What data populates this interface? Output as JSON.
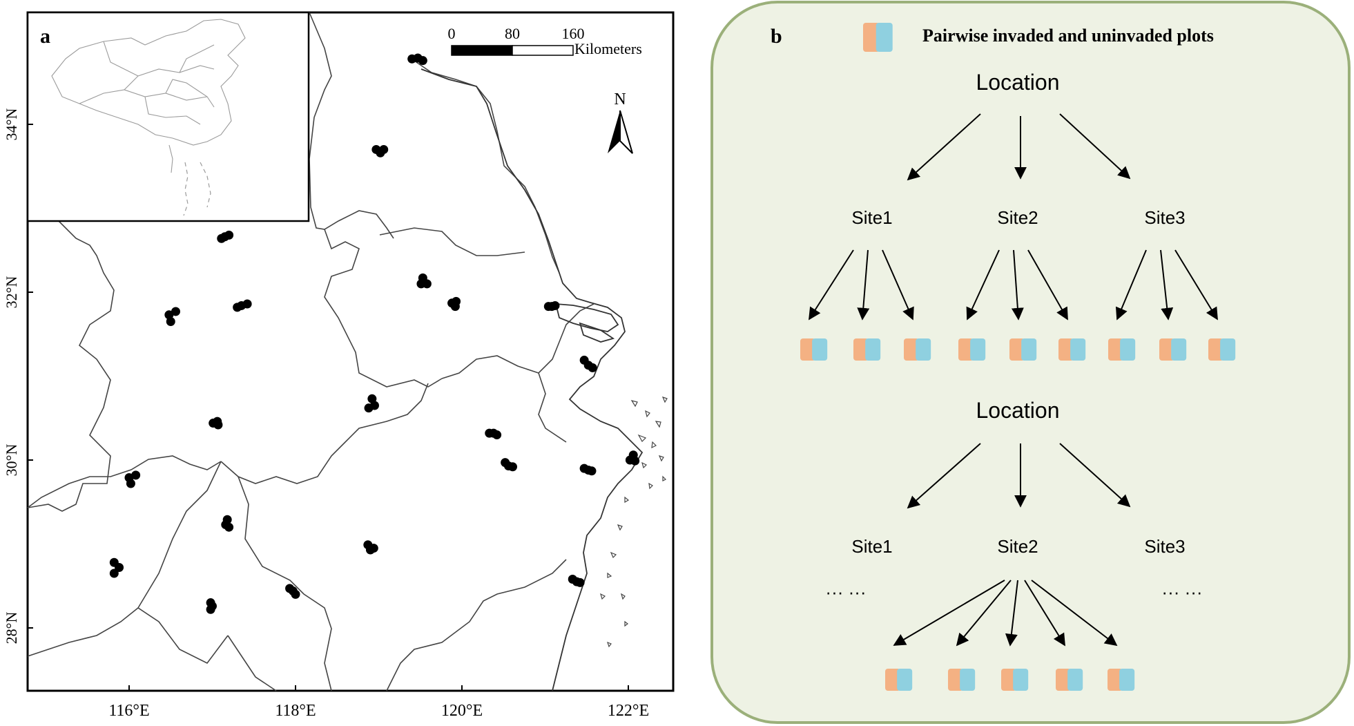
{
  "panel_a": {
    "label": "a",
    "scalebar": {
      "ticks": [
        "0",
        "80",
        "160"
      ],
      "unit": "Kilometers"
    },
    "north": "N",
    "lat_labels": [
      "34°N",
      "32°N",
      "30°N",
      "28°N"
    ],
    "lon_labels": [
      "116°E",
      "118°E",
      "120°E",
      "122°E"
    ],
    "sites": [
      {
        "lon": 119.4,
        "lat": 34.78
      },
      {
        "lon": 119.47,
        "lat": 34.79
      },
      {
        "lon": 119.53,
        "lat": 34.76
      },
      {
        "lon": 118.97,
        "lat": 33.7
      },
      {
        "lon": 119.02,
        "lat": 33.66
      },
      {
        "lon": 119.06,
        "lat": 33.7
      },
      {
        "lon": 117.11,
        "lat": 32.64
      },
      {
        "lon": 117.15,
        "lat": 32.66
      },
      {
        "lon": 117.2,
        "lat": 32.68
      },
      {
        "lon": 119.53,
        "lat": 32.17
      },
      {
        "lon": 119.51,
        "lat": 32.1
      },
      {
        "lon": 119.58,
        "lat": 32.1
      },
      {
        "lon": 117.3,
        "lat": 31.82
      },
      {
        "lon": 117.35,
        "lat": 31.84
      },
      {
        "lon": 117.42,
        "lat": 31.86
      },
      {
        "lon": 119.88,
        "lat": 31.87
      },
      {
        "lon": 119.92,
        "lat": 31.83
      },
      {
        "lon": 119.93,
        "lat": 31.89
      },
      {
        "lon": 121.04,
        "lat": 31.83
      },
      {
        "lon": 121.08,
        "lat": 31.83
      },
      {
        "lon": 121.12,
        "lat": 31.84
      },
      {
        "lon": 116.48,
        "lat": 31.73
      },
      {
        "lon": 116.56,
        "lat": 31.77
      },
      {
        "lon": 116.5,
        "lat": 31.65
      },
      {
        "lon": 121.47,
        "lat": 31.19
      },
      {
        "lon": 121.52,
        "lat": 31.13
      },
      {
        "lon": 121.57,
        "lat": 31.1
      },
      {
        "lon": 118.92,
        "lat": 30.73
      },
      {
        "lon": 118.88,
        "lat": 30.62
      },
      {
        "lon": 118.95,
        "lat": 30.65
      },
      {
        "lon": 117.01,
        "lat": 30.44
      },
      {
        "lon": 117.06,
        "lat": 30.46
      },
      {
        "lon": 117.07,
        "lat": 30.42
      },
      {
        "lon": 120.33,
        "lat": 30.32
      },
      {
        "lon": 120.38,
        "lat": 30.32
      },
      {
        "lon": 120.42,
        "lat": 30.3
      },
      {
        "lon": 120.52,
        "lat": 29.97
      },
      {
        "lon": 120.56,
        "lat": 29.93
      },
      {
        "lon": 120.61,
        "lat": 29.92
      },
      {
        "lon": 121.47,
        "lat": 29.9
      },
      {
        "lon": 121.52,
        "lat": 29.88
      },
      {
        "lon": 121.56,
        "lat": 29.87
      },
      {
        "lon": 122.06,
        "lat": 30.06
      },
      {
        "lon": 122.02,
        "lat": 30.0
      },
      {
        "lon": 122.08,
        "lat": 29.99
      },
      {
        "lon": 116.0,
        "lat": 29.79
      },
      {
        "lon": 116.08,
        "lat": 29.82
      },
      {
        "lon": 116.02,
        "lat": 29.72
      },
      {
        "lon": 117.18,
        "lat": 29.29
      },
      {
        "lon": 117.16,
        "lat": 29.23
      },
      {
        "lon": 117.2,
        "lat": 29.2
      },
      {
        "lon": 118.87,
        "lat": 28.99
      },
      {
        "lon": 118.94,
        "lat": 28.95
      },
      {
        "lon": 118.9,
        "lat": 28.93
      },
      {
        "lon": 121.33,
        "lat": 28.58
      },
      {
        "lon": 121.38,
        "lat": 28.55
      },
      {
        "lon": 121.42,
        "lat": 28.54
      },
      {
        "lon": 115.82,
        "lat": 28.78
      },
      {
        "lon": 115.88,
        "lat": 28.72
      },
      {
        "lon": 115.82,
        "lat": 28.65
      },
      {
        "lon": 117.93,
        "lat": 28.47
      },
      {
        "lon": 117.97,
        "lat": 28.44
      },
      {
        "lon": 118.0,
        "lat": 28.4
      },
      {
        "lon": 116.98,
        "lat": 28.3
      },
      {
        "lon": 117.0,
        "lat": 28.26
      },
      {
        "lon": 116.98,
        "lat": 28.22
      }
    ]
  },
  "panel_b": {
    "label": "b",
    "legend_text": "Pairwise invaded and uninvaded plots",
    "location_label": "Location",
    "site_labels": [
      "Site1",
      "Site2",
      "Site3"
    ],
    "ellipsis": "··· ···",
    "colors": {
      "invaded": "#f4b183",
      "uninvaded": "#8fd0e0",
      "panel_bg": "#eef2e4",
      "panel_border": "#9bb07a"
    }
  }
}
